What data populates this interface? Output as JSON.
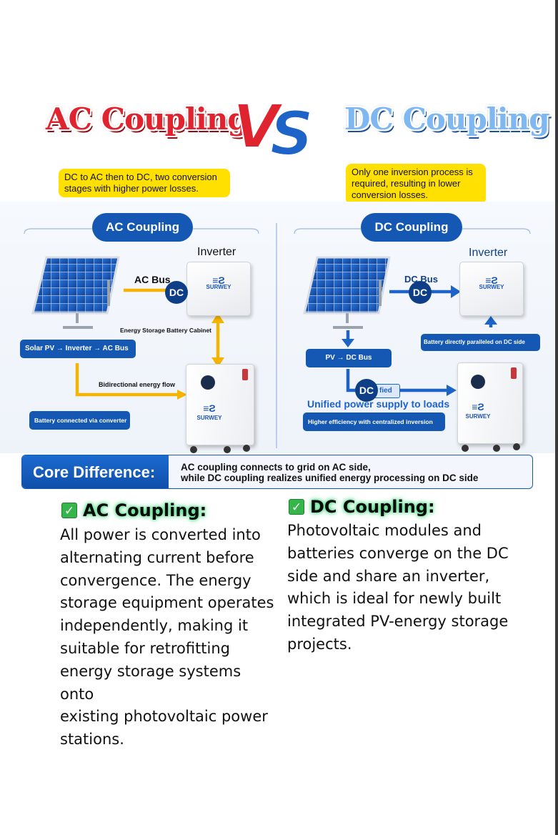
{
  "title": {
    "left": "AC Coupling",
    "vs": "VS",
    "right": "DC Coupling"
  },
  "notes": {
    "ac": [
      "DC to AC then to DC, two conversion",
      "stages with higher power losses."
    ],
    "dc": [
      "Only one inversion process is",
      "required, resulting in lower",
      "conversion losses."
    ]
  },
  "ac_panel": {
    "header": "AC Coupling",
    "inverter_label": "Inverter",
    "bus_label": "AC Bus",
    "bus_badge": "DC",
    "brand": "SURWEY",
    "cabinet_label": "Energy Storage Battery Cabinet",
    "flow_box": "Solar PV → Inverter → AC Bus",
    "bidirectional": "Bidirectional energy flow",
    "battery_box": "Battery connected via converter"
  },
  "dc_panel": {
    "header": "DC Coupling",
    "inverter_label": "Inverter",
    "bus_label": "DC Bus",
    "bus_badge": "DC",
    "brand": "SURWEY",
    "parallel_box": "Battery directly paralleled on DC side",
    "flow_box": "PV → DC Bus",
    "unified_badge": "DC",
    "unified_tag": "fied",
    "unified_text": "Unified power supply to loads",
    "efficiency_box": "Higher efficiency with centralized inversion"
  },
  "core": {
    "label": "Core Difference:",
    "lines": [
      "AC coupling connects to grid on AC side,",
      "while DC coupling realizes unified energy processing on DC side"
    ]
  },
  "sections": {
    "ac": {
      "check": "✓",
      "heading": "AC Coupling:",
      "lines": [
        "All power is converted into",
        "alternating current before",
        "convergence. The energy",
        "storage equipment operates",
        "independently, making it",
        "suitable for retrofitting",
        "energy storage systems onto",
        "existing photovoltaic power",
        "stations."
      ]
    },
    "dc": {
      "check": "✓",
      "heading": "DC Coupling:",
      "lines": [
        "Photovoltaic modules and",
        "batteries converge on the DC",
        "side and share an inverter,",
        "which is ideal for newly built",
        "integrated PV-energy storage",
        "projects."
      ]
    }
  },
  "colors": {
    "accent_blue": "#1458b3",
    "note_yellow": "#ffe000",
    "arrow_yellow": "#f5b400",
    "arrow_blue": "#1d63c8",
    "title_red": "#e0242f"
  }
}
